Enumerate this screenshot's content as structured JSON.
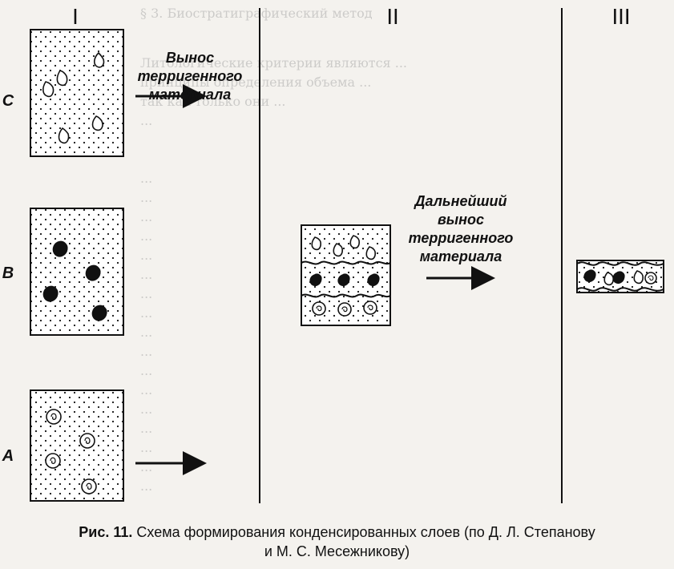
{
  "column_labels": [
    "I",
    "II",
    "III"
  ],
  "row_labels": [
    "C",
    "B",
    "A"
  ],
  "arrow_texts": {
    "first": [
      "Вынос",
      "терригенного",
      "материала"
    ],
    "second": [
      "Дальнейший",
      "вынос",
      "терригенного",
      "материала"
    ]
  },
  "caption": {
    "label": "Рис. 11.",
    "text": "Схема формирования конденсированных слоев (по Д. Л. Степанову",
    "text_line2": "и М. С. Месежникову)"
  }
}
